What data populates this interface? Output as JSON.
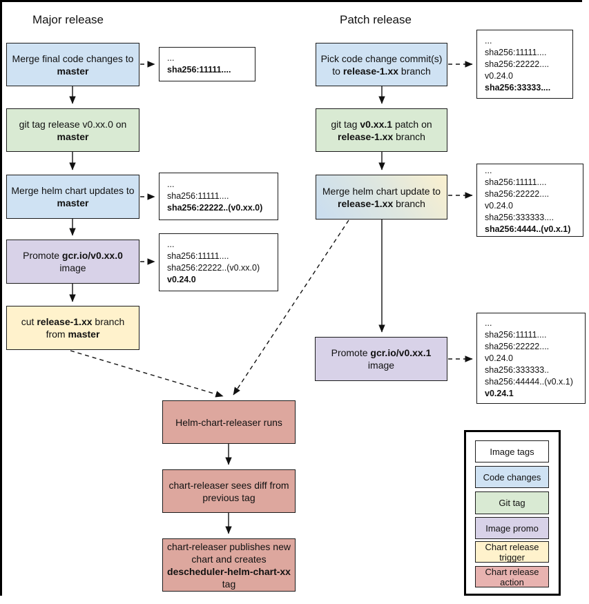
{
  "diagram": {
    "major": {
      "title": "Major release",
      "boxes": {
        "merge_final": {
          "parts": [
            {
              "t": "Merge final code changes to "
            },
            {
              "t": "master",
              "b": true
            }
          ]
        },
        "git_tag": {
          "parts": [
            {
              "t": "git tag release v0.xx.0 on "
            },
            {
              "t": "master",
              "b": true
            }
          ]
        },
        "merge_helm": {
          "parts": [
            {
              "t": "Merge helm chart updates to "
            },
            {
              "t": "master",
              "b": true
            }
          ]
        },
        "promote": {
          "parts": [
            {
              "t": "Promote "
            },
            {
              "t": "gcr.io/v0.xx.0",
              "b": true
            },
            {
              "t": " image"
            }
          ]
        },
        "cut_branch": {
          "parts": [
            {
              "t": "cut "
            },
            {
              "t": "release-1.xx",
              "b": true
            },
            {
              "t": " branch from "
            },
            {
              "t": "master",
              "b": true
            }
          ]
        }
      }
    },
    "patch": {
      "title": "Patch release",
      "boxes": {
        "pick_commits": {
          "parts": [
            {
              "t": "Pick code change commit(s) to "
            },
            {
              "t": "release-1.xx",
              "b": true
            },
            {
              "t": " branch"
            }
          ]
        },
        "git_tag": {
          "parts": [
            {
              "t": "git tag "
            },
            {
              "t": "v0.xx.1",
              "b": true
            },
            {
              "t": " patch on "
            },
            {
              "t": "release-1.xx",
              "b": true
            },
            {
              "t": " branch"
            }
          ]
        },
        "merge_helm": {
          "parts": [
            {
              "t": "Merge helm chart update to "
            },
            {
              "t": "release-1.xx",
              "b": true
            },
            {
              "t": " branch"
            }
          ]
        },
        "promote": {
          "parts": [
            {
              "t": "Promote "
            },
            {
              "t": "gcr.io/v0.xx.1",
              "b": true
            },
            {
              "t": " image"
            }
          ]
        }
      }
    },
    "releaser": {
      "runs": {
        "parts": [
          {
            "t": "Helm-chart-releaser runs"
          }
        ]
      },
      "sees_diff": {
        "parts": [
          {
            "t": "chart-releaser sees diff from previous tag"
          }
        ]
      },
      "publishes": {
        "parts": [
          {
            "t": "chart-releaser publishes new chart and creates "
          },
          {
            "t": "descheduler-helm-chart-xx",
            "b": true
          },
          {
            "t": " tag"
          }
        ]
      }
    },
    "tags": {
      "t1": {
        "lines": [
          {
            "t": "..."
          },
          {
            "t": "sha256:11111....",
            "b": true
          }
        ]
      },
      "t2": {
        "lines": [
          {
            "t": "..."
          },
          {
            "t": "sha256:11111...."
          },
          {
            "t": "sha256:22222..(v0.xx.0)",
            "b": true
          }
        ]
      },
      "t3": {
        "lines": [
          {
            "t": "..."
          },
          {
            "t": "sha256:11111...."
          },
          {
            "t": "sha256:22222..(v0.xx.0)"
          },
          {
            "t": "v0.24.0",
            "b": true
          }
        ]
      },
      "t4": {
        "lines": [
          {
            "t": "..."
          },
          {
            "t": "sha256:11111...."
          },
          {
            "t": "sha256:22222...."
          },
          {
            "t": "v0.24.0"
          },
          {
            "t": "sha256:33333....",
            "b": true
          }
        ]
      },
      "t5": {
        "lines": [
          {
            "t": "..."
          },
          {
            "t": "sha256:11111...."
          },
          {
            "t": "sha256:22222...."
          },
          {
            "t": "v0.24.0"
          },
          {
            "t": "sha256:333333...."
          },
          {
            "t": "sha256:4444..(v0.x.1)",
            "b": true
          }
        ]
      },
      "t6": {
        "lines": [
          {
            "t": "..."
          },
          {
            "t": "sha256:11111...."
          },
          {
            "t": "sha256:22222...."
          },
          {
            "t": "v0.24.0"
          },
          {
            "t": "sha256:333333.."
          },
          {
            "t": "sha256:44444..(v0.x.1)"
          },
          {
            "t": "v0.24.1",
            "b": true
          }
        ]
      }
    },
    "legend": {
      "items": [
        {
          "label": "Image tags",
          "type": "tag"
        },
        {
          "label": "Code changes",
          "type": "code"
        },
        {
          "label": "Git tag",
          "type": "git"
        },
        {
          "label": "Image promo",
          "type": "promo"
        },
        {
          "label": "Chart release trigger",
          "type": "trigger"
        },
        {
          "label": "Chart release action",
          "type": "legend_action"
        }
      ]
    },
    "colors": {
      "code": "#cfe2f3",
      "git": "#d9ead3",
      "promo": "#d8d2e8",
      "trigger": "#fff2cc",
      "action": "#dda79e",
      "legend_action": "#e8b3b0",
      "tag": "#ffffff",
      "line": "#111111"
    }
  }
}
